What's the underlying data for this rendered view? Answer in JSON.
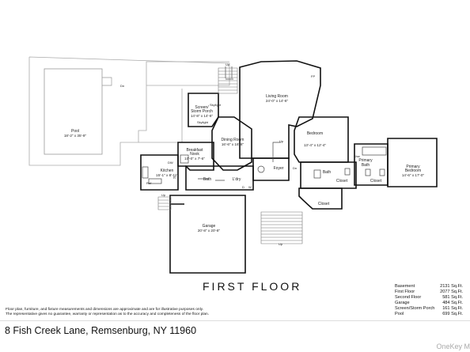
{
  "floor_title": "FIRST FLOOR",
  "address": "8 Fish Creek Lane, Remsenburg, NY 11960",
  "watermark": "OneKey M",
  "disclaimer": [
    "Floor plan, furniture, and fixture measurements and dimensions are approximate and are for illustrative purposes only.",
    "The representative gives no guarantee, warranty or representation as to the accuracy and completeness of the floor plan."
  ],
  "square_footage": [
    {
      "label": "Basement",
      "value": "2131 Sq.Ft."
    },
    {
      "label": "First Floor",
      "value": "2077 Sq.Ft."
    },
    {
      "label": "Second Floor",
      "value": "581 Sq.Ft."
    },
    {
      "label": "Garage",
      "value": "484 Sq.Ft."
    },
    {
      "label": "Screen/Storm Porch",
      "value": "161 Sq.Ft."
    },
    {
      "label": "Pool",
      "value": "699 Sq.Ft."
    }
  ],
  "rooms": {
    "pool": {
      "name": "Pool",
      "dims": "18'-2\" x 35'-9\""
    },
    "living": {
      "name": "Living Room",
      "dims": "24'-0\" x 14'-6\""
    },
    "porch": {
      "name1": "Screen/",
      "name2": "Storm Porch",
      "dims": "14'-8\" x 14'-6\""
    },
    "dining": {
      "name": "Dining Room",
      "dims": "16'-6\" x 16'-8\""
    },
    "breakfast": {
      "name1": "Breakfast",
      "name2": "Nook",
      "dims": "10'-0\" x 7'-6\""
    },
    "kitchen": {
      "name": "Kitchen",
      "dims": "15'-1\" x 8'-11\""
    },
    "bedroom": {
      "name": "Bedroom",
      "dims": "13'-4\" x 12'-4\""
    },
    "primary_bedroom": {
      "name1": "Primary",
      "name2": "Bedroom",
      "dims": "14'-6\" x 17'-0\""
    },
    "primary_bath": {
      "name1": "Primary",
      "name2": "Bath"
    },
    "garage": {
      "name": "Garage",
      "dims": "20'-8\" x 20'-8\""
    },
    "foyer": "Foyer",
    "bath1": "Bath",
    "bath2": "Bath",
    "laundry": "L'dry",
    "closet1": "Closet",
    "closet2": "Closet",
    "closet3": "Closet"
  },
  "labels": {
    "dn": "Dn",
    "up": "Up",
    "dw": "DW",
    "ref": "Ref",
    "fp": "FP",
    "skylight": "Skylight",
    "shw": "Shw",
    "d": "D",
    "w": "W",
    "r": "R"
  }
}
